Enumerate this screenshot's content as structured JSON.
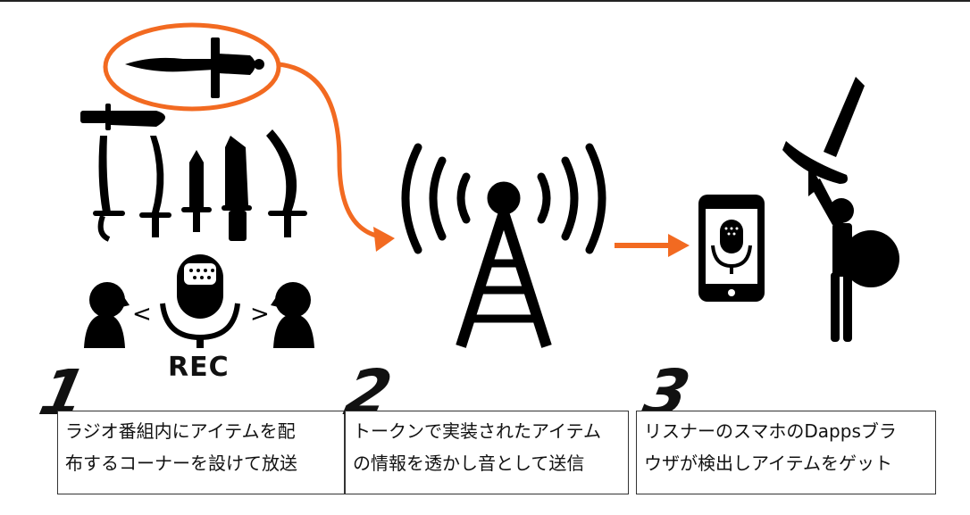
{
  "steps": [
    {
      "number": "1",
      "caption_lines": [
        "ラジオ番組内にアイテムを配",
        "布するコーナーを設けて放送"
      ]
    },
    {
      "number": "2",
      "caption_lines": [
        "トークンで実装されたアイテム",
        "の情報を透かし音として送信"
      ]
    },
    {
      "number": "3",
      "caption_lines": [
        "リスナーのスマホのDappsブラ",
        "ウザが検出しアイテムをゲット"
      ]
    }
  ],
  "rec_label": "REC",
  "colors": {
    "accent": "#f26a21",
    "ink": "#000000"
  },
  "icons": [
    "sword-icon",
    "knife-icon",
    "saber-icon",
    "microphone-icon",
    "speaker-icon",
    "radio-tower-icon",
    "smartphone-icon",
    "warrior-icon",
    "arrow-icon"
  ]
}
